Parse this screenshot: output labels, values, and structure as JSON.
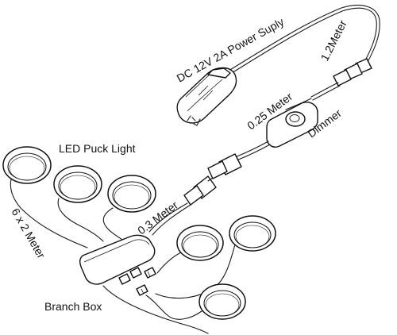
{
  "labels": {
    "power_supply": "DC 12V 2A Power Suply",
    "length_1_2": "1.2Meter",
    "length_0_25": "0.25 Meter",
    "dimmer": "Dimmer",
    "puck_light": "LED Puck Light",
    "length_0_3": "0.3 Meter",
    "length_6x2": "6 x 2 Meter",
    "branch_box": "Branch Box"
  },
  "puck_light_count": 6
}
